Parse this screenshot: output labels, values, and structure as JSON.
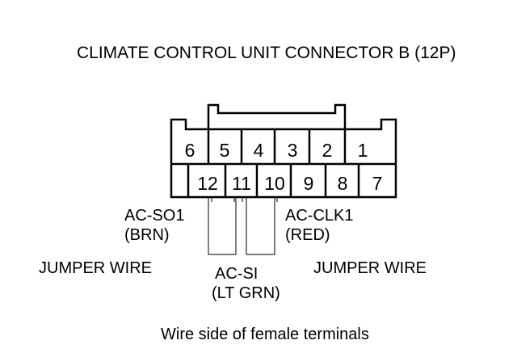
{
  "title": "CLIMATE CONTROL UNIT CONNECTOR B (12P)",
  "terminals": {
    "top_row": [
      "6",
      "5",
      "4",
      "3",
      "2",
      "1"
    ],
    "bottom_row": [
      "12",
      "11",
      "10",
      "9",
      "8",
      "7"
    ]
  },
  "labels": {
    "ac_so1": {
      "signal": "AC-SO1",
      "color": "(BRN)"
    },
    "ac_clk1": {
      "signal": "AC-CLK1",
      "color": "(RED)"
    },
    "ac_si": {
      "signal": "AC-SI",
      "color": "(LT GRN)"
    },
    "jumper_left": "JUMPER WIRE",
    "jumper_right": "JUMPER WIRE"
  },
  "caption": "Wire side of female terminals"
}
